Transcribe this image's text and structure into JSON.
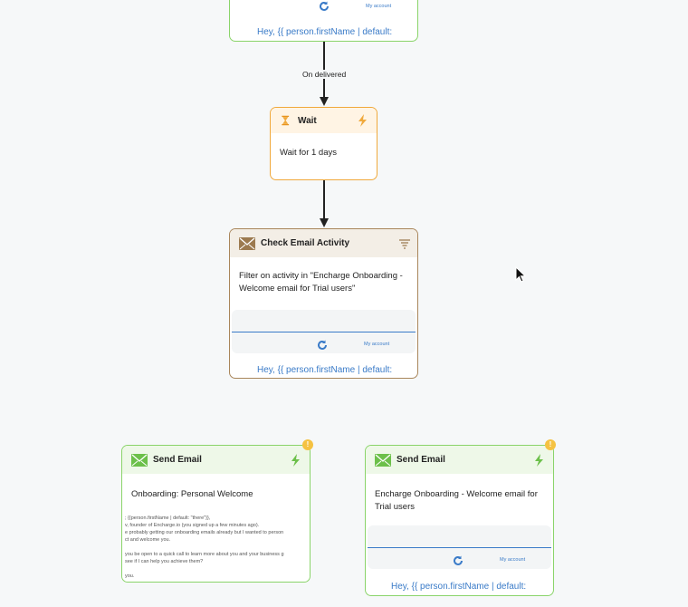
{
  "canvas": {
    "background": "#f6f8f9"
  },
  "top_node": {
    "preview_greeting": "Hey, {{ person.firstName | default:",
    "preview_account": "My account"
  },
  "edge_label": "On delivered",
  "wait_node": {
    "title": "Wait",
    "body": "Wait for 1 days",
    "icon": "hourglass-icon"
  },
  "check_node": {
    "title": "Check Email Activity",
    "body": "Filter on activity in \"Encharge Onboarding - Welcome email for Trial users\"",
    "preview_greeting": "Hey, {{ person.firstName | default:",
    "preview_account": "My account",
    "icon": "envelope-icon"
  },
  "send_left": {
    "title": "Send Email",
    "body": "Onboarding: Personal Welcome",
    "snippet": [
      "; {{person.firstName | default: \"there\"}},",
      "v, founder of Encharge.io (you signed up a few minutes ago).",
      "e probably getting our onboarding emails already but I wanted to person",
      "ct and welcome you.",
      "",
      "you be open to a quick call to learn more about you and your business g",
      "see if I can help you achieve them?",
      "",
      "you."
    ],
    "warning": "!"
  },
  "send_right": {
    "title": "Send Email",
    "body": "Encharge Onboarding - Welcome email for Trial users",
    "preview_greeting": "Hey, {{ person.firstName | default:",
    "preview_account": "My account",
    "warning": "!"
  },
  "colors": {
    "green": "#8ad46a",
    "orange": "#f0a93c",
    "brown": "#a9865b",
    "link": "#3a7bc8"
  }
}
